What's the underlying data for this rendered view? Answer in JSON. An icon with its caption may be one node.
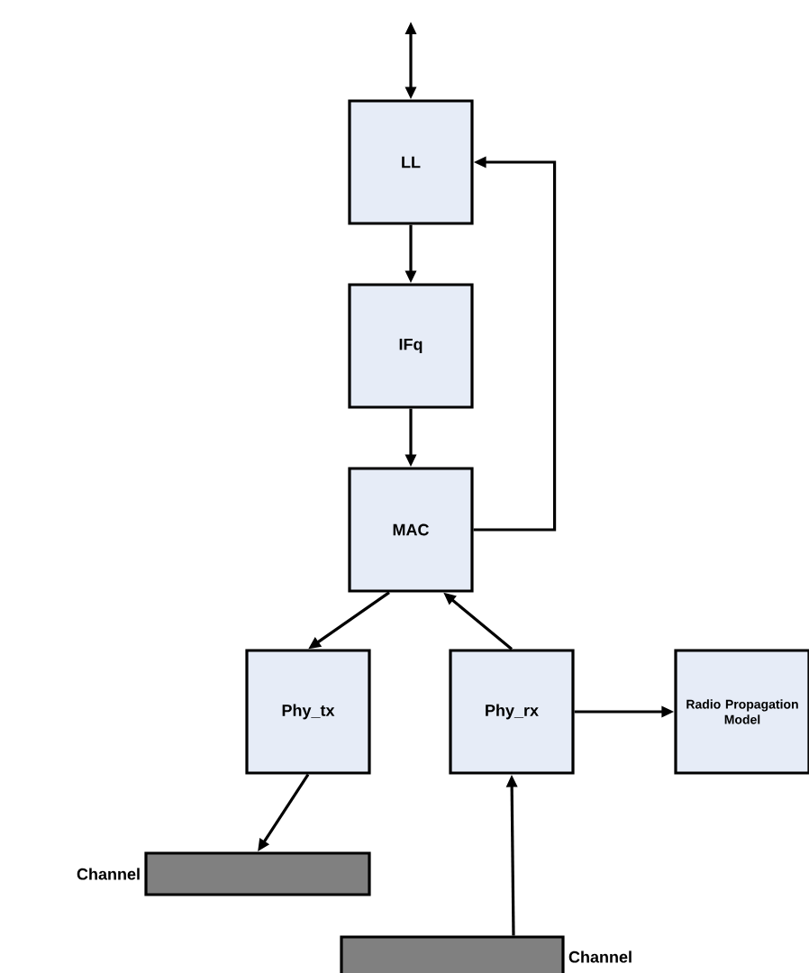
{
  "diagram": {
    "nodes": [
      {
        "text": [
          "LL"
        ]
      },
      {
        "text": [
          "IFq"
        ]
      },
      {
        "text": [
          "MAC"
        ]
      },
      {
        "text": [
          "Phy_tx"
        ]
      },
      {
        "text": [
          "Phy_rx"
        ]
      },
      {
        "text": [
          "Radio Propagation Model"
        ]
      },
      {
        "text": [
          "Channel"
        ]
      },
      {
        "text": [
          "Channel"
        ]
      }
    ],
    "edges": [
      {
        "from": null,
        "to": 0,
        "arrow": "both"
      },
      {
        "from": 0,
        "to": 1,
        "arrow": "to"
      },
      {
        "from": 1,
        "to": 2,
        "arrow": "to"
      },
      {
        "from": 2,
        "to": 0,
        "arrow": "to"
      },
      {
        "from": 2,
        "to": 3,
        "arrow": "to"
      },
      {
        "from": 4,
        "to": 2,
        "arrow": "to"
      },
      {
        "from": 4,
        "to": 5,
        "arrow": "to"
      },
      {
        "from": 3,
        "to": 6,
        "arrow": "to"
      },
      {
        "from": 7,
        "to": 4,
        "arrow": "to"
      }
    ]
  }
}
